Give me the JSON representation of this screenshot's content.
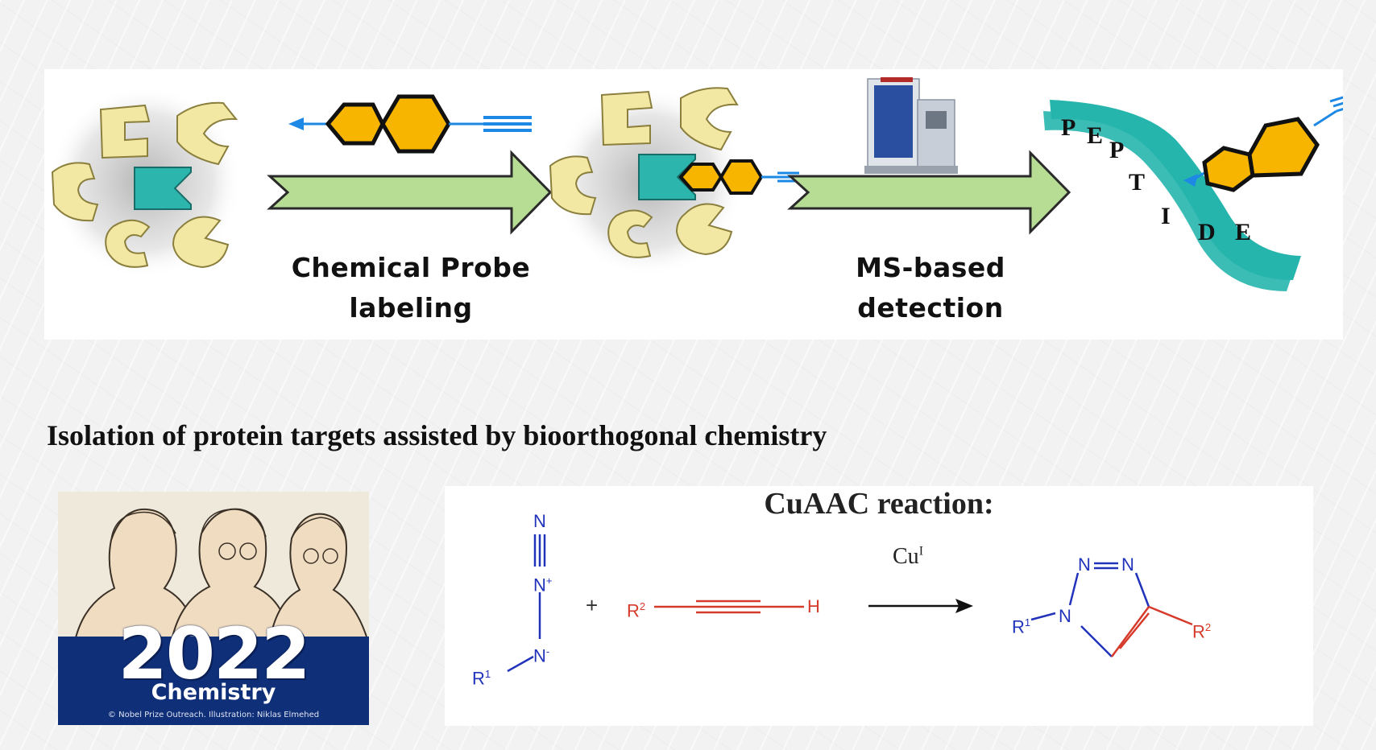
{
  "workflow": {
    "step1_label": [
      "Chemical Probe",
      "labeling"
    ],
    "step2_label": [
      "MS-based",
      "detection"
    ],
    "peptide_letters": [
      "P",
      "E",
      "P",
      "T",
      "I",
      "D",
      "E"
    ],
    "colors": {
      "protein_teal": "#2bb5ad",
      "ligand_yellow": "#f2e7a3",
      "probe_orange": "#f7b500",
      "arrow_green": "#b7dc94",
      "alkyne_blue": "#1e88e5"
    }
  },
  "section": {
    "title": "Isolation of protein targets assisted by bioorthogonal chemistry"
  },
  "nobel": {
    "year": "2022",
    "field": "Chemistry",
    "credit": "© Nobel Prize Outreach. Illustration: Niklas Elmehed"
  },
  "reaction": {
    "title": "CuAAC reaction:",
    "catalyst": "Cu",
    "catalyst_sup": "I",
    "plus": "+",
    "azide": {
      "n_top": "N",
      "n_mid": "N",
      "n_mid_charge": "+",
      "n_bottom": "N",
      "n_bottom_charge": "-",
      "r": "R",
      "r_sup": "1"
    },
    "alkyne": {
      "r": "R",
      "r_sup": "2",
      "h": "H"
    },
    "triazole": {
      "n1": "N",
      "n2": "N",
      "n3": "N",
      "r1": "R",
      "r1_sup": "1",
      "r2": "R",
      "r2_sup": "2"
    }
  }
}
